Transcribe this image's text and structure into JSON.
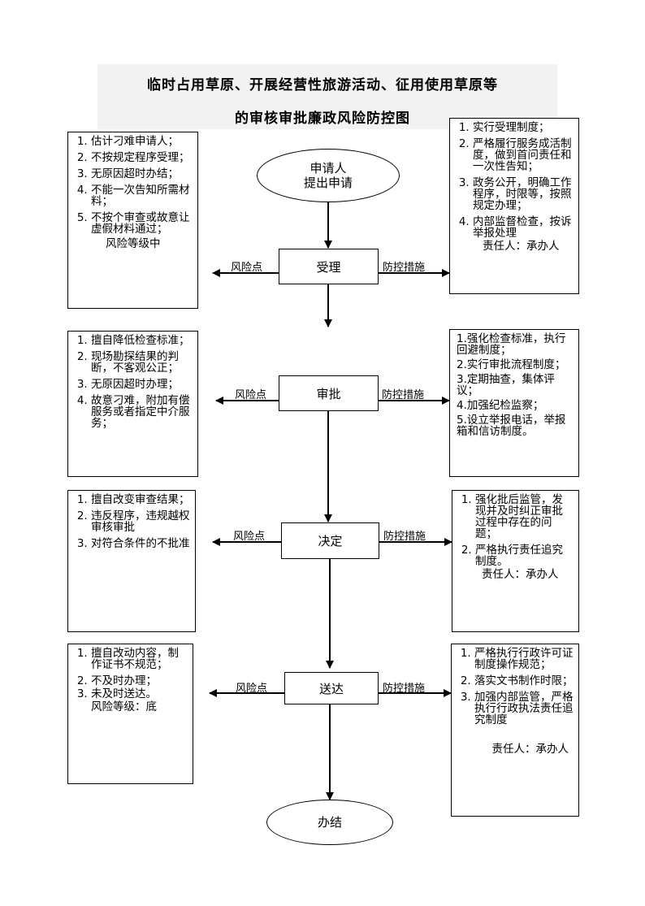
{
  "title": {
    "line1": "临时占用草原、开展经营性旅游活动、征用使用草原等",
    "line2": "的审核审批廉政风险防控图"
  },
  "start": {
    "line1": "申请人",
    "line2": "提出申请"
  },
  "end": {
    "label": "办结"
  },
  "labels": {
    "risk": "风险点",
    "control": "防控措施"
  },
  "steps": [
    {
      "name": "受理",
      "risks": [
        "估计刁难申请人；",
        "不按规定程序受理；",
        "无原因超时办结；",
        "不能一次告知所需材料；",
        "不按个审查或故意让虚假材料通过；"
      ],
      "risk_note": "风险等级中",
      "controls": [
        "实行受理制度；",
        "严格履行服务成活制度，做到首问责任和一次性告知；",
        "政务公开，明确工作程序，时限等，按照规定办理；",
        "内部监督检查，按诉举报处理"
      ],
      "control_note": "责任人：承办人"
    },
    {
      "name": "审批",
      "risks": [
        "擅自降低检查标准；",
        "现场勘探结果的判断，不客观公正；",
        "无原因超时办理；",
        "故意刁难，附加有偿服务或者指定中介服务；"
      ],
      "controls": [
        "1.强化检查标准，执行回避制度；",
        "2.实行审批流程制度；",
        "3.定期抽查，集体评议；",
        "4.加强纪检监察；",
        "5.设立举报电话，举报箱和信访制度。"
      ]
    },
    {
      "name": "决定",
      "risks": [
        "擅自改变审查结果；",
        "违反程序，违规越权审核审批",
        "对符合条件的不批准"
      ],
      "controls": [
        "强化批后监管，发现并及时纠正审批过程中存在的问题；",
        "严格执行责任追究制度。"
      ],
      "control_note": "责任人：承办人"
    },
    {
      "name": "送达",
      "risks": [
        "擅自改动内容，制作证书不规范；",
        "不及时办理；",
        "未及时送达。"
      ],
      "risk_note": "风险等级：底",
      "controls": [
        "严格执行行政许可证制度操作规范；",
        "落实文书制作时限；",
        "加强内部监管，严格执行行政执法责任追究制度"
      ],
      "control_note": "责任人：承办人"
    }
  ]
}
